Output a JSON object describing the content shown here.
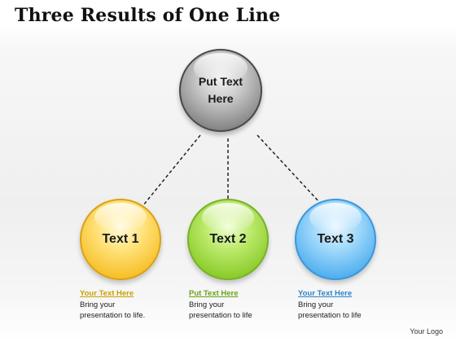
{
  "title": "Three Results of One Line",
  "center": {
    "line1": "Put Text",
    "line2": "Here",
    "color": "#8e8e8e"
  },
  "nodes": [
    {
      "label": "Text 1",
      "color": "#f7c02a"
    },
    {
      "label": "Text 2",
      "color": "#8ccc2c"
    },
    {
      "label": "Text 3",
      "color": "#52b0ee"
    }
  ],
  "captions": [
    {
      "heading": "Your Text Here",
      "line1": "Bring your",
      "line2": "presentation to life.",
      "color": "#c9a000"
    },
    {
      "heading": "Put Text Here",
      "line1": "Bring your",
      "line2": "presentation to life",
      "color": "#6aa317"
    },
    {
      "heading": "Your Text Here",
      "line1": "Bring your",
      "line2": "presentation to life",
      "color": "#2c84c9"
    }
  ],
  "logo": "Your Logo"
}
